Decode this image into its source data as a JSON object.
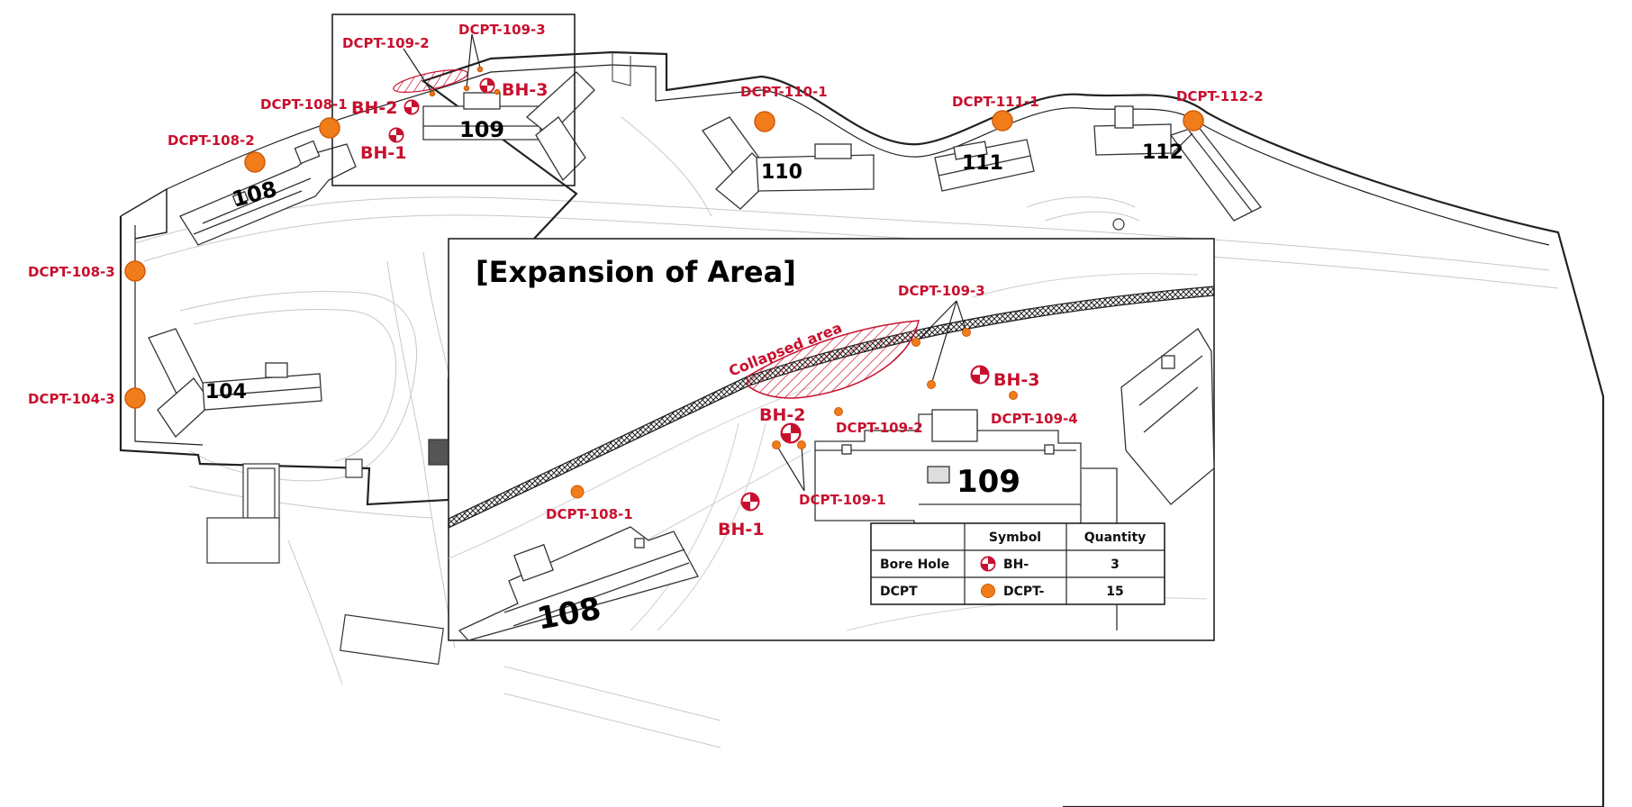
{
  "colors": {
    "dcpt": "#f07d1a",
    "dcpt_stroke": "#d05a0a",
    "label": "#c8102e",
    "collapse": "#c8102e",
    "plan_line": "#bdbdbd",
    "site_boundary": "#222222"
  },
  "icons": {
    "borehole": "borehole-symbol-icon",
    "dcpt": "dcpt-marker-icon"
  },
  "main_map": {
    "dcpt_labels": {
      "p108_1": "DCPT-108-1",
      "p108_2": "DCPT-108-2",
      "p108_3": "DCPT-108-3",
      "p104_3": "DCPT-104-3",
      "p109_2": "DCPT-109-2",
      "p109_3": "DCPT-109-3",
      "p110_1": "DCPT-110-1",
      "p111_1": "DCPT-111-1",
      "p112_2": "DCPT-112-2"
    },
    "bh_labels": {
      "bh1": "BH-1",
      "bh2": "BH-2",
      "bh3": "BH-3"
    },
    "buildings": {
      "b104": "104",
      "b108": "108",
      "b109": "109",
      "b110": "110",
      "b111": "111",
      "b112": "112"
    }
  },
  "inset": {
    "title": "[Expansion of Area]",
    "collapsed_label": "Collapsed area",
    "dcpt_labels": {
      "p109_3": "DCPT-109-3",
      "p109_2": "DCPT-109-2",
      "p109_4": "DCPT-109-4",
      "p109_1": "DCPT-109-1",
      "p108_1": "DCPT-108-1"
    },
    "bh_labels": {
      "bh1": "BH-1",
      "bh2": "BH-2",
      "bh3": "BH-3"
    },
    "buildings": {
      "b108": "108",
      "b109": "109"
    }
  },
  "legend": {
    "headers": {
      "symbol": "Symbol",
      "quantity": "Quantity"
    },
    "rows": [
      {
        "type": "Bore Hole",
        "symbol_text": "BH-",
        "quantity": "3"
      },
      {
        "type": "DCPT",
        "symbol_text": "DCPT-",
        "quantity": "15"
      }
    ]
  }
}
